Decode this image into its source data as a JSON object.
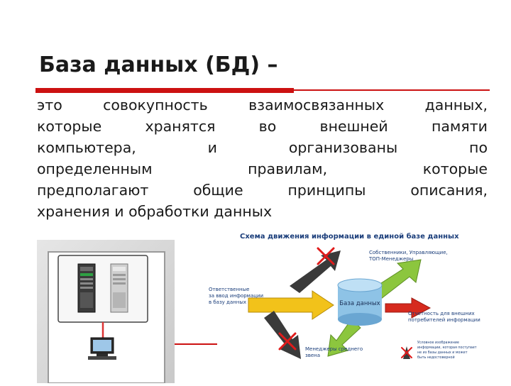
{
  "slide": {
    "title": "База данных (БД) –",
    "definition_lines": [
      "это совокупность взаимосвязанных данных,",
      "которые хранятся во внешней памяти",
      "компьютера, и организованы по",
      "определенным правилам, которые",
      "предполагают общие принципы описания,",
      "хранения и обработки данных"
    ]
  },
  "diagram": {
    "title": "Схема движения информации в единой базе данных",
    "db_label": "База данных",
    "label_top_right": [
      "Собственники, Управляющие,",
      "ТОП-Менеджеры"
    ],
    "label_left": [
      "Ответственные",
      "за ввод информации",
      "в базу данных"
    ],
    "label_right": [
      "Отчетность для внешних",
      "потребителей информации"
    ],
    "label_bottom": [
      "Менеджеры среднего",
      "звена"
    ],
    "legend": [
      "Условное изображение",
      "информации, которая поступает",
      "не из базы данных и может",
      "быть недостоверной"
    ]
  },
  "colors": {
    "accent_red": "#cc1111",
    "arrow_yellow": "#f2c21a",
    "arrow_green": "#8cc63e",
    "arrow_red": "#d62a1e",
    "arrow_dark": "#3a3a3a",
    "db_blue": "#8ec3e6"
  },
  "icons": [
    "server-icon",
    "monitor-icon",
    "database-icon",
    "cross-mark-icon"
  ]
}
